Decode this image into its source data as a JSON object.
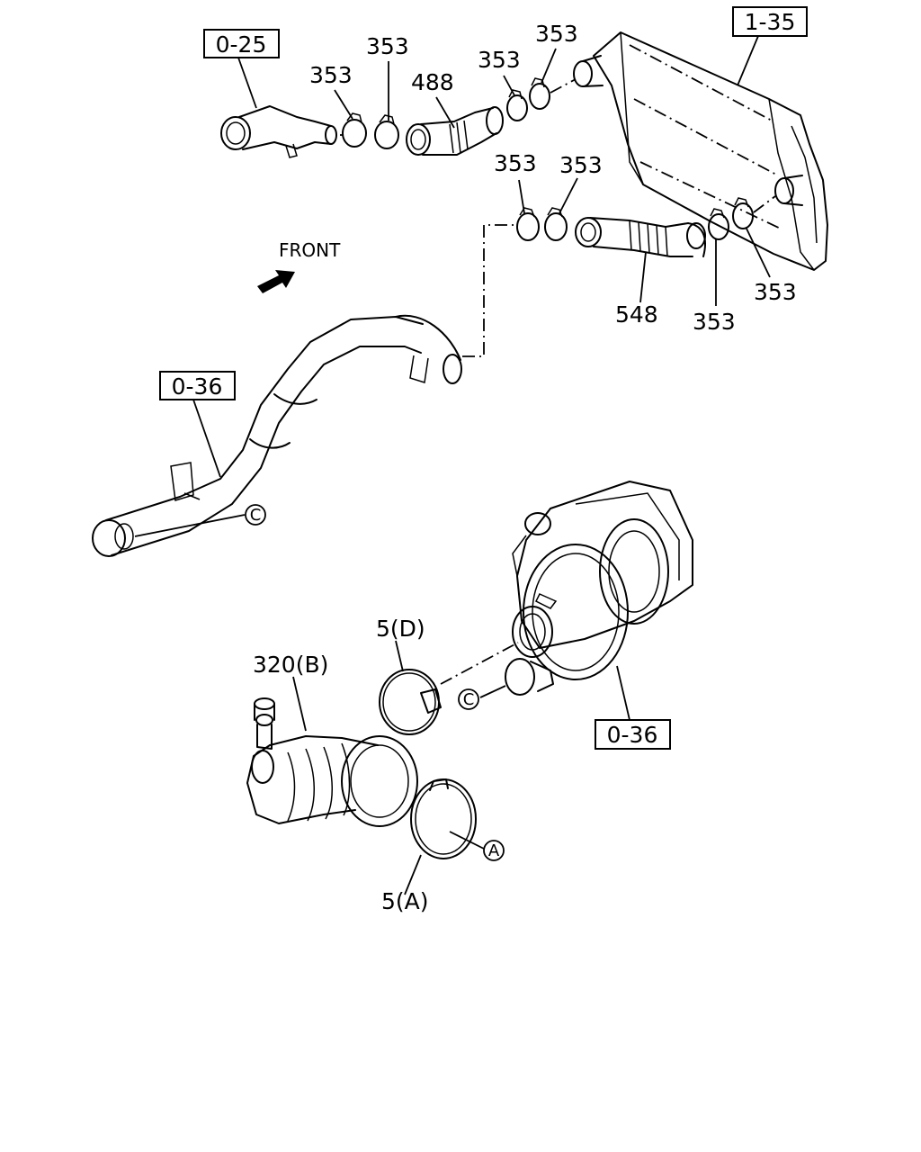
{
  "refs": {
    "ref_0_25": "0-25",
    "ref_1_35": "1-35",
    "ref_0_36_top": "0-36",
    "ref_0_36_bottom": "0-36"
  },
  "parts": {
    "p353_a": "353",
    "p353_b": "353",
    "p353_c": "353",
    "p353_d": "353",
    "p353_e": "353",
    "p353_f": "353",
    "p353_g": "353",
    "p353_h": "353",
    "p488": "488",
    "p548": "548",
    "p320b": "320(B)",
    "p5d": "5(D)",
    "p5a": "5(A)"
  },
  "front_label": "FRONT",
  "callouts": {
    "c_top": "C",
    "c_bottom": "C",
    "a": "A"
  }
}
